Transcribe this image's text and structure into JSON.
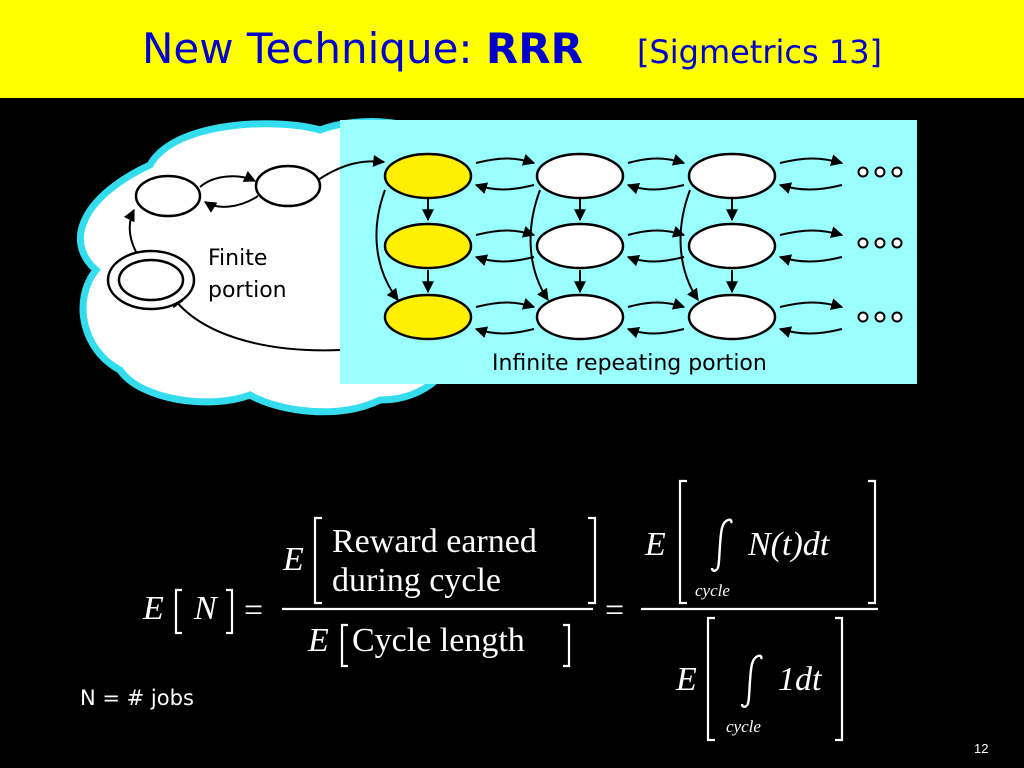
{
  "slide": {
    "title_main": "New Technique: ",
    "title_rrr": "RRR",
    "title_ref": "[Sigmetrics 13]",
    "page_number": "12"
  },
  "diagram": {
    "finite_label": "Finite portion",
    "infinite_label": "Infinite repeating portion",
    "ellipsis": "ooo",
    "colors": {
      "highlight_state": "#ffef00",
      "infinite_bg": "#99ffff",
      "cloud_border": "#33ddee"
    }
  },
  "formula": {
    "lhs_E": "E",
    "lhs_N": "N",
    "eq": "=",
    "num_E": "E",
    "num_line1": "Reward earned",
    "num_line2": "during cycle",
    "den_E": "E",
    "den_text": "Cycle length",
    "int_num_E": "E",
    "int_num_integrand": "N(t)dt",
    "int_den_E": "E",
    "int_den_integrand": "1dt",
    "int_sub": "cycle"
  },
  "footnote": "N = # jobs"
}
